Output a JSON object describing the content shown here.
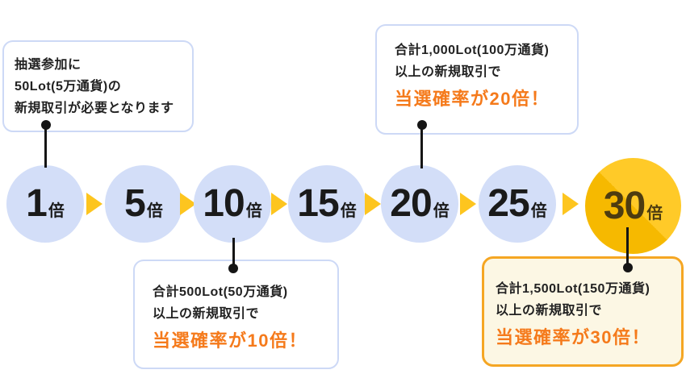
{
  "steps": [
    {
      "value": "1",
      "unit": "倍"
    },
    {
      "value": "5",
      "unit": "倍"
    },
    {
      "value": "10",
      "unit": "倍"
    },
    {
      "value": "15",
      "unit": "倍"
    },
    {
      "value": "20",
      "unit": "倍"
    },
    {
      "value": "25",
      "unit": "倍"
    },
    {
      "value": "30",
      "unit": "倍"
    }
  ],
  "callouts": {
    "entry": {
      "line1": "抽選参加に",
      "line2": "50Lot(5万通貨)の",
      "line3": "新規取引が必要となります"
    },
    "x10": {
      "line1": "合計500Lot(50万通貨)",
      "line2": "以上の新規取引で",
      "highlight": "当選確率が10倍！"
    },
    "x20": {
      "line1": "合計1,000Lot(100万通貨)",
      "line2": "以上の新規取引で",
      "highlight": "当選確率が20倍！"
    },
    "x30": {
      "line1": "合計1,500Lot(150万通貨)",
      "line2": "以上の新規取引で",
      "highlight": "当選確率が30倍！"
    }
  },
  "colors": {
    "circle_blue": "#d3def8",
    "circle_gold": "#f6b900",
    "circle_gold_light": "#ffca28",
    "arrow_gold": "#fdc51f",
    "accent_red": "#ee0000",
    "accent_orange": "#f57a1b",
    "box_border_blue": "#cdd9f6",
    "box_border_orange": "#f5a623",
    "box_bg_cream": "#fcf7e4"
  }
}
